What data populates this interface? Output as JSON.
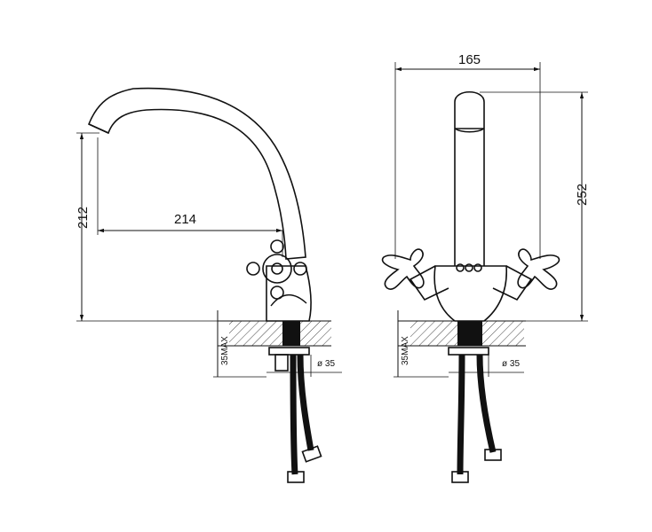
{
  "side_view": {
    "reach_label": "214",
    "spout_height_label": "212",
    "max_thickness_label": "35MAX",
    "hole_diameter_label": "ø 35"
  },
  "front_view": {
    "width_label": "165",
    "total_height_label": "252",
    "max_thickness_label": "35MAX",
    "hole_diameter_label": "ø 35"
  }
}
